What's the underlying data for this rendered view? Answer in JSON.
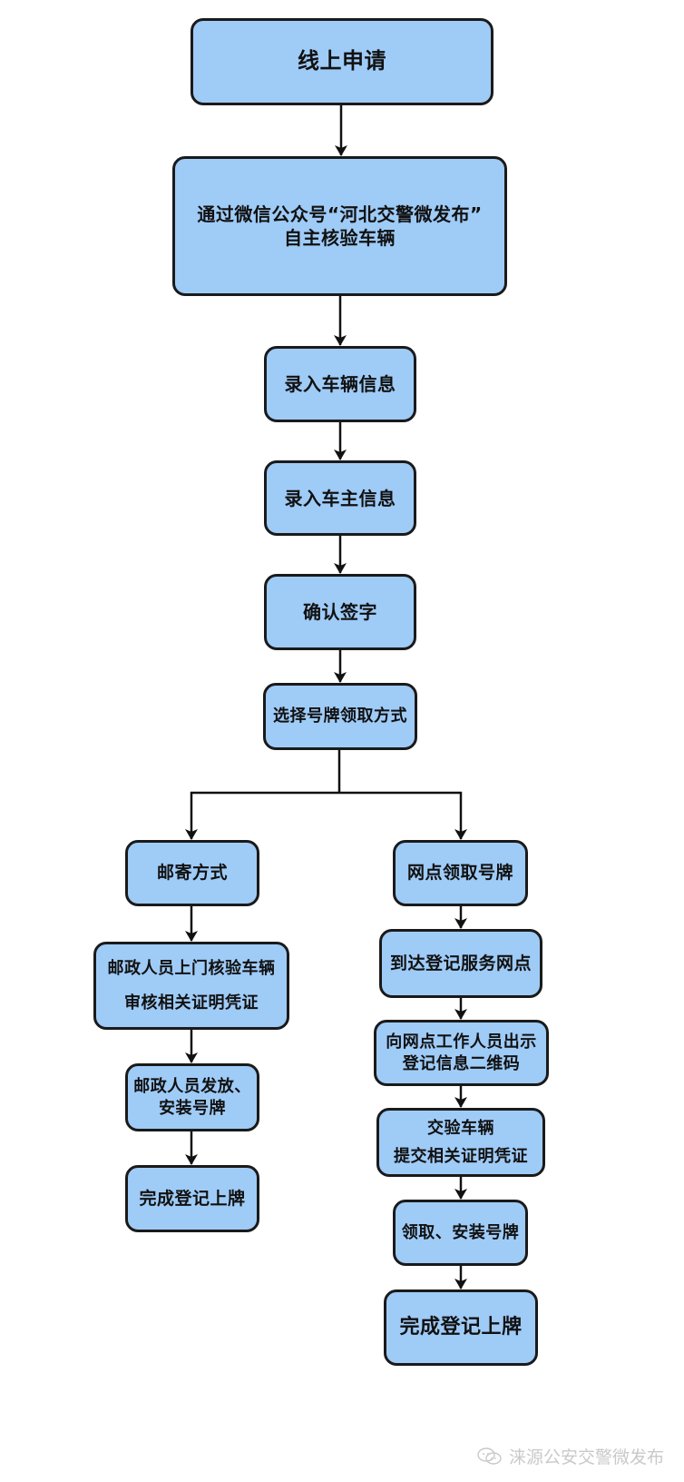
{
  "flowchart": {
    "node_fill": "#9fcbf7",
    "node_border": "#1a1a1a",
    "text_color": "#111111",
    "main": [
      {
        "id": "online-apply",
        "lines": [
          "线上申请"
        ]
      },
      {
        "id": "self-verify",
        "lines": [
          "通过微信公众号“河北交警微发布”",
          "自主核验车辆"
        ]
      },
      {
        "id": "enter-vehicle",
        "lines": [
          "录入车辆信息"
        ]
      },
      {
        "id": "enter-owner",
        "lines": [
          "录入车主信息"
        ]
      },
      {
        "id": "confirm-sign",
        "lines": [
          "确认签字"
        ]
      },
      {
        "id": "choose-method",
        "lines": [
          "选择号牌领取方式"
        ]
      }
    ],
    "branches": {
      "mail": {
        "title": "邮寄方式",
        "steps": [
          {
            "id": "mail-method",
            "lines": [
              "邮寄方式"
            ]
          },
          {
            "id": "postal-verify",
            "lines": [
              "邮政人员上门核验车辆",
              "审核相关证明凭证"
            ]
          },
          {
            "id": "postal-install",
            "lines": [
              "邮政人员发放、",
              "安装号牌"
            ]
          },
          {
            "id": "mail-complete",
            "lines": [
              "完成登记上牌"
            ]
          }
        ]
      },
      "outlet": {
        "title": "网点领取号牌",
        "steps": [
          {
            "id": "outlet-method",
            "lines": [
              "网点领取号牌"
            ]
          },
          {
            "id": "arrive-outlet",
            "lines": [
              "到达登记服务网点"
            ]
          },
          {
            "id": "show-qr",
            "lines": [
              "向网点工作人员出示",
              "登记信息二维码"
            ]
          },
          {
            "id": "submit-vehicle",
            "lines": [
              "交验车辆",
              "提交相关证明凭证"
            ]
          },
          {
            "id": "collect-install",
            "lines": [
              "领取、安装号牌"
            ]
          },
          {
            "id": "outlet-complete",
            "lines": [
              "完成登记上牌"
            ]
          }
        ]
      }
    }
  },
  "watermark": {
    "icon": "wechat-icon",
    "text": "涞源公安交警微发布"
  }
}
